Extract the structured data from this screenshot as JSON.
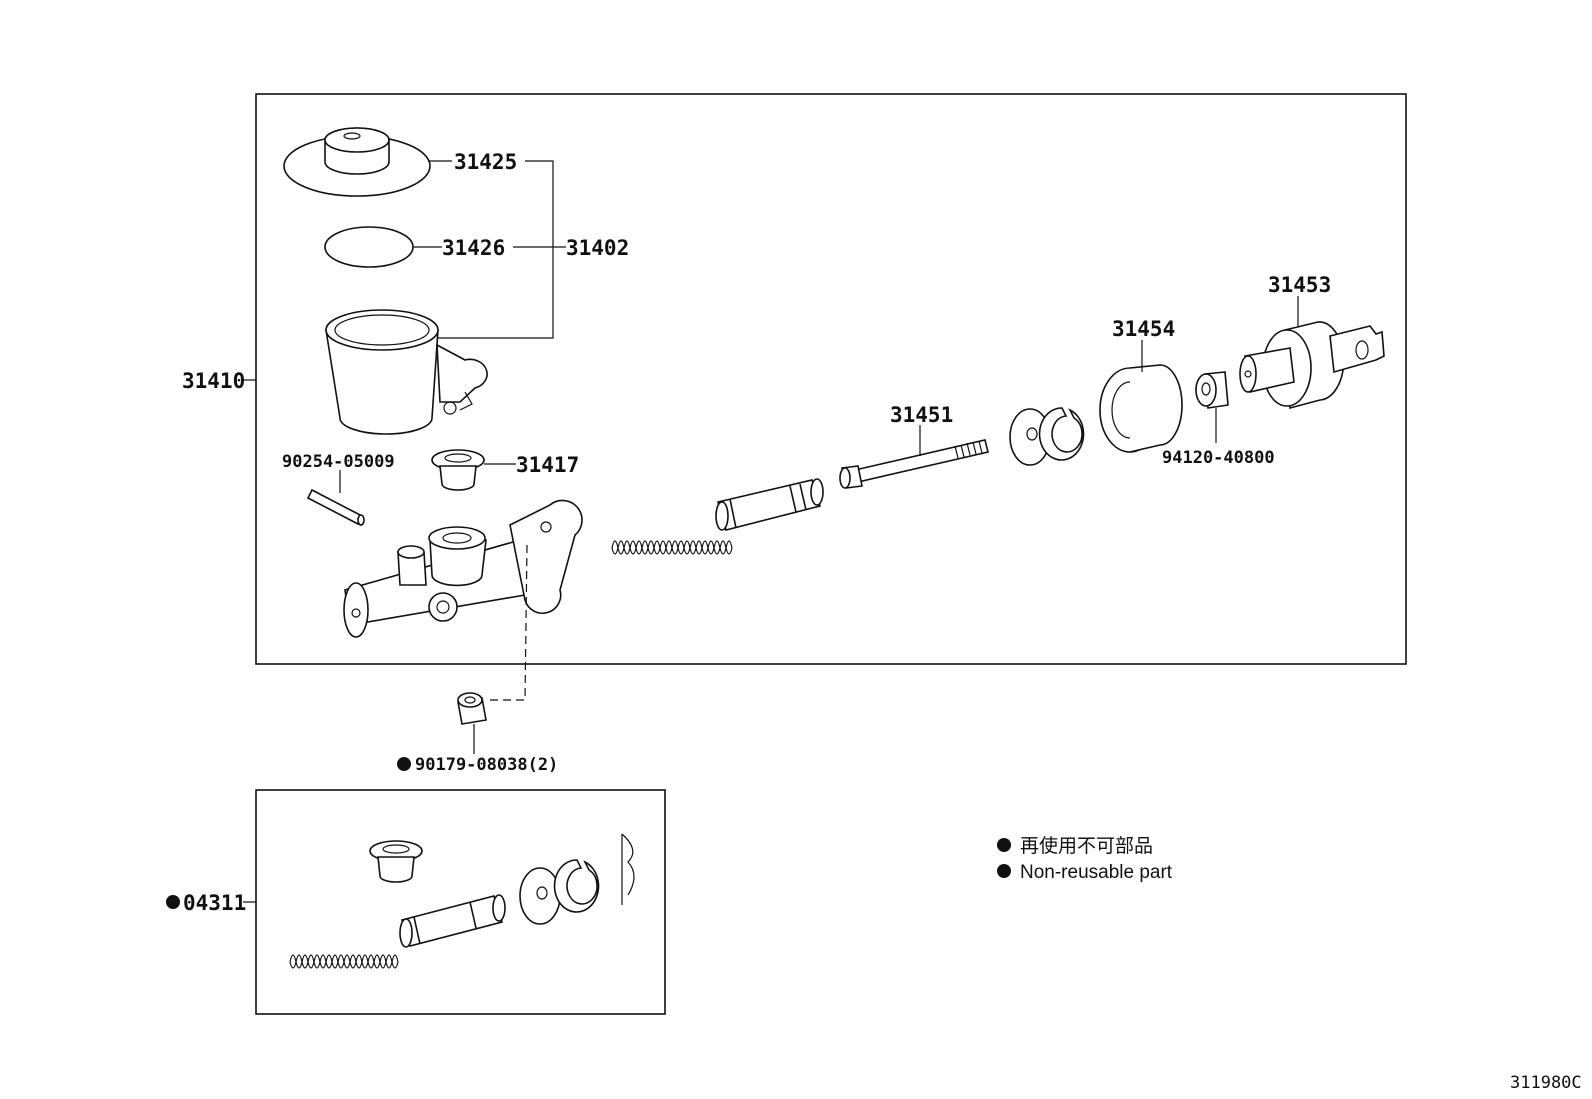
{
  "diagram_id": "311980C",
  "groups": {
    "main_assembly_number": "31410",
    "repair_kit_number": "04311"
  },
  "parts": {
    "p31425": "31425",
    "p31426": "31426",
    "p31402": "31402",
    "p31417": "31417",
    "p90254": "90254-05009",
    "p31451": "31451",
    "p31454": "31454",
    "p31453": "31453",
    "p94120": "94120-40800",
    "p90179": "90179-08038(2)"
  },
  "legend": {
    "japanese": "再使用不可部品",
    "english": "Non-reusable part"
  }
}
